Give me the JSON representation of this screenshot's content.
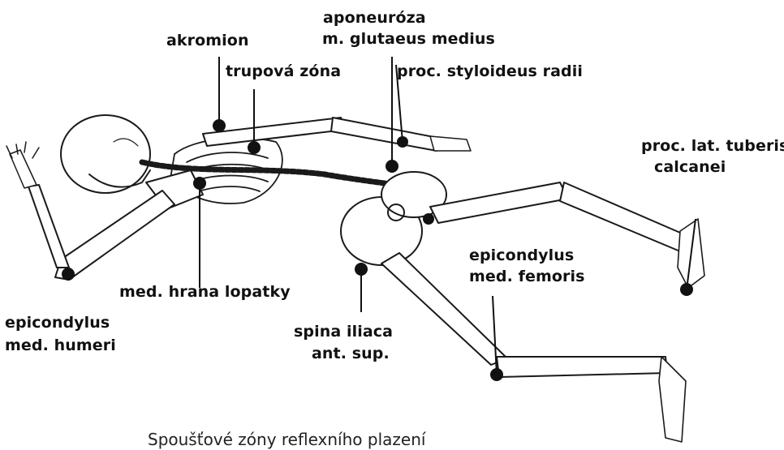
{
  "labels": {
    "aponeuroza_line1": "aponeuróza",
    "aponeuroza_line2": "m. glutaeus medius",
    "akromion": "akromion",
    "trupova_zona": "trupová zóna",
    "proc_styloideus": "proc. styloideus radii",
    "proc_lat_line1": "proc. lat. tuberis",
    "proc_lat_line2": "calcanei",
    "epicondylus_femoris_line1": "epicondylus",
    "epicondylus_femoris_line2": "med. femoris",
    "med_hrana": "med. hrana lopatky",
    "epicondylus_humeri_line1": "epicondylus",
    "epicondylus_humeri_line2": "med. humeri",
    "spina_line1": "spina iliaca",
    "spina_line2": "ant. sup."
  },
  "caption": "Spoušťové zóny reflexního plazení",
  "colors": {
    "ink": "#111111",
    "bone": "#ffffff",
    "background": "#ffffff"
  }
}
